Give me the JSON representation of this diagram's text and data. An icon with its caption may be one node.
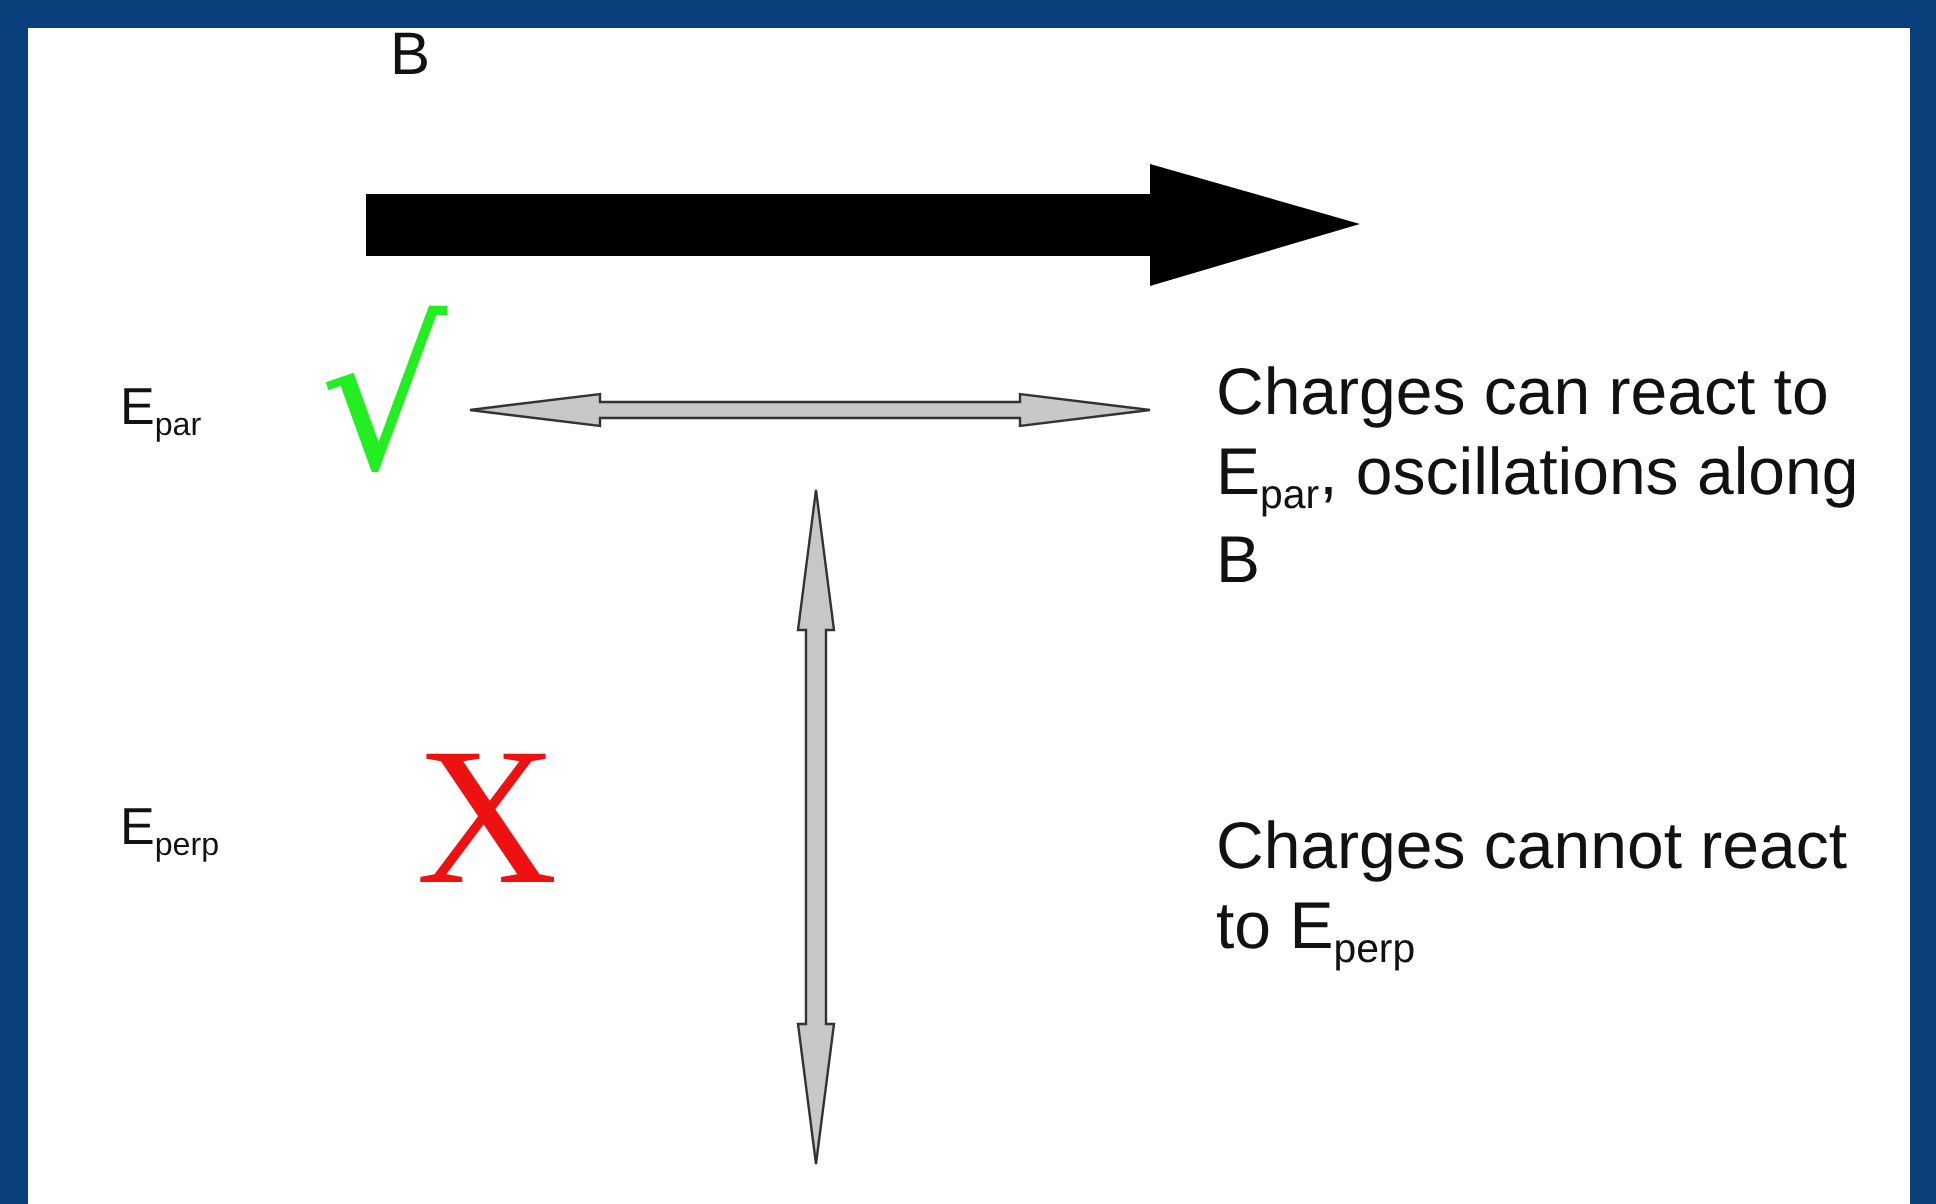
{
  "diagram": {
    "labels": [
      "B",
      "E$_{par}$",
      "√",
      "Charges can react to E$_{par}$, oscillations along B",
      "E$_{perp}$",
      "X",
      "Charges cannot react to E$_{perp}$"
    ]
  }
}
